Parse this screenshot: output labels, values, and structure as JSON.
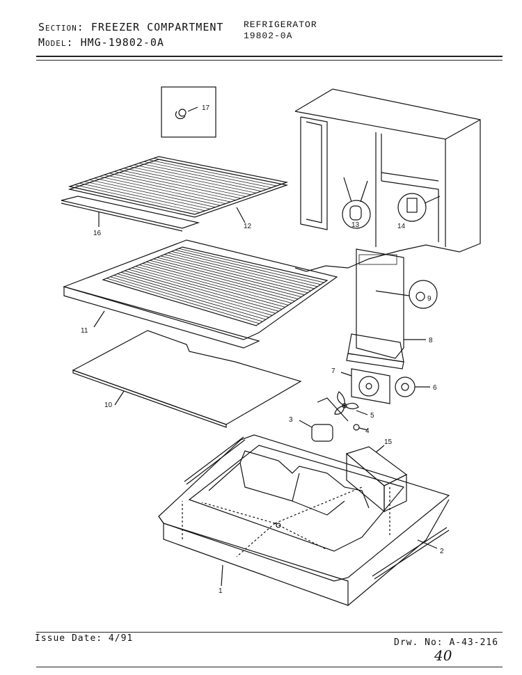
{
  "header": {
    "section_label": "Section:",
    "section_value": "FREEZER COMPARTMENT",
    "model_label": "Model:",
    "model_value": "HMG-19802-0A",
    "product_name": "REFRIGERATOR",
    "product_number": "19802-0A"
  },
  "callouts": {
    "c1": "1",
    "c2": "2",
    "c3": "3",
    "c4": "4",
    "c5": "5",
    "c6": "6",
    "c7": "7",
    "c8": "8",
    "c9": "9",
    "c10": "10",
    "c11": "11",
    "c12": "12",
    "c13": "13",
    "c14": "14",
    "c15": "15",
    "c16": "16",
    "c17": "17"
  },
  "footer": {
    "issue_date": "Issue Date: 4/91",
    "drawing_number": "Drw. No: A-43-216",
    "handwritten_note": "40"
  }
}
